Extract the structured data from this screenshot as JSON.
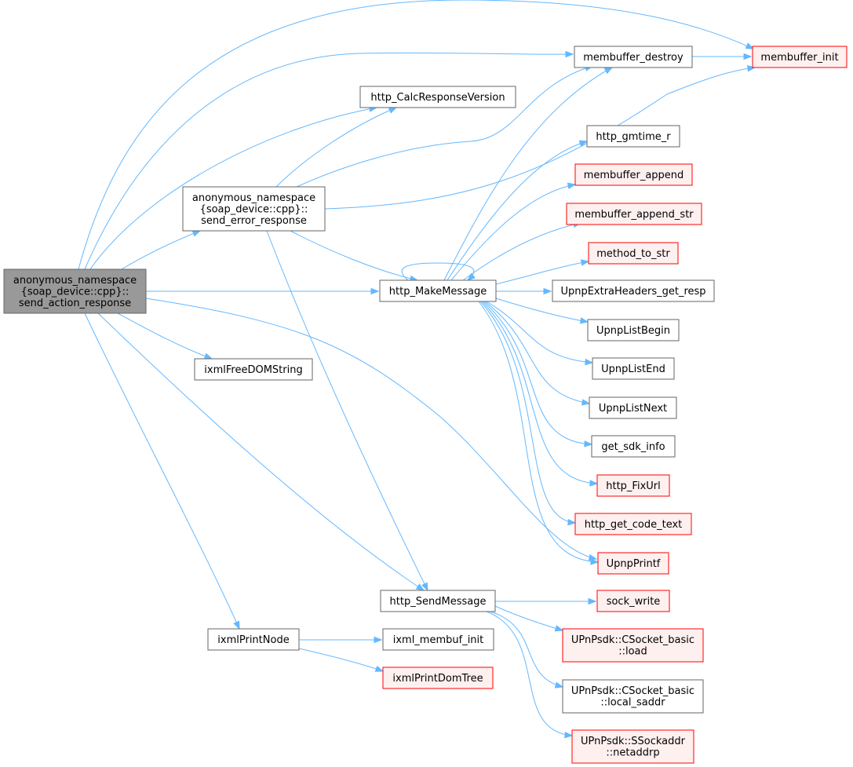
{
  "colors": {
    "edge": "#63b8ff",
    "root_fill": "#999999",
    "root_border": "#666666",
    "normal_fill": "#ffffff",
    "normal_border": "#666666",
    "red_fill": "#fff0f0",
    "red_border": "#ff0000"
  },
  "nodes": [
    {
      "id": "send_action_response",
      "style": "root",
      "lines": [
        "anonymous_namespace",
        "{soap_device::cpp}::",
        "send_action_response"
      ]
    },
    {
      "id": "send_error_response",
      "style": "normal",
      "lines": [
        "anonymous_namespace",
        "{soap_device::cpp}::",
        "send_error_response"
      ]
    },
    {
      "id": "http_CalcResponseVersion",
      "style": "normal",
      "lines": [
        "http_CalcResponseVersion"
      ]
    },
    {
      "id": "membuffer_destroy",
      "style": "normal",
      "lines": [
        "membuffer_destroy"
      ]
    },
    {
      "id": "membuffer_init",
      "style": "red",
      "lines": [
        "membuffer_init"
      ]
    },
    {
      "id": "http_MakeMessage",
      "style": "normal",
      "lines": [
        "http_MakeMessage"
      ]
    },
    {
      "id": "http_gmtime_r",
      "style": "normal",
      "lines": [
        "http_gmtime_r"
      ]
    },
    {
      "id": "membuffer_append",
      "style": "red",
      "lines": [
        "membuffer_append"
      ]
    },
    {
      "id": "membuffer_append_str",
      "style": "red",
      "lines": [
        "membuffer_append_str"
      ]
    },
    {
      "id": "method_to_str",
      "style": "red",
      "lines": [
        "method_to_str"
      ]
    },
    {
      "id": "UpnpExtraHeaders_get_resp",
      "style": "normal",
      "lines": [
        "UpnpExtraHeaders_get_resp"
      ]
    },
    {
      "id": "UpnpListBegin",
      "style": "normal",
      "lines": [
        "UpnpListBegin"
      ]
    },
    {
      "id": "UpnpListEnd",
      "style": "normal",
      "lines": [
        "UpnpListEnd"
      ]
    },
    {
      "id": "UpnpListNext",
      "style": "normal",
      "lines": [
        "UpnpListNext"
      ]
    },
    {
      "id": "get_sdk_info",
      "style": "normal",
      "lines": [
        "get_sdk_info"
      ]
    },
    {
      "id": "http_FixUrl",
      "style": "red",
      "lines": [
        "http_FixUrl"
      ]
    },
    {
      "id": "http_get_code_text",
      "style": "red",
      "lines": [
        "http_get_code_text"
      ]
    },
    {
      "id": "UpnpPrintf",
      "style": "red",
      "lines": [
        "UpnpPrintf"
      ]
    },
    {
      "id": "ixmlFreeDOMString",
      "style": "normal",
      "lines": [
        "ixmlFreeDOMString"
      ]
    },
    {
      "id": "http_SendMessage",
      "style": "normal",
      "lines": [
        "http_SendMessage"
      ]
    },
    {
      "id": "sock_write",
      "style": "red",
      "lines": [
        "sock_write"
      ]
    },
    {
      "id": "CSocket_basic_load",
      "style": "red",
      "lines": [
        "UPnPsdk::CSocket_basic",
        "::load"
      ]
    },
    {
      "id": "CSocket_basic_local_saddr",
      "style": "normal",
      "lines": [
        "UPnPsdk::CSocket_basic",
        "::local_saddr"
      ]
    },
    {
      "id": "SSockaddr_netaddrp",
      "style": "red",
      "lines": [
        "UPnPsdk::SSockaddr",
        "::netaddrp"
      ]
    },
    {
      "id": "ixmlPrintNode",
      "style": "normal",
      "lines": [
        "ixmlPrintNode"
      ]
    },
    {
      "id": "ixml_membuf_init",
      "style": "normal",
      "lines": [
        "ixml_membuf_init"
      ]
    },
    {
      "id": "ixmlPrintDomTree",
      "style": "red",
      "lines": [
        "ixmlPrintDomTree"
      ]
    }
  ],
  "edges": [
    {
      "from": "send_action_response",
      "to": "membuffer_init"
    },
    {
      "from": "send_action_response",
      "to": "membuffer_destroy"
    },
    {
      "from": "send_action_response",
      "to": "http_CalcResponseVersion"
    },
    {
      "from": "send_action_response",
      "to": "send_error_response"
    },
    {
      "from": "send_action_response",
      "to": "http_MakeMessage"
    },
    {
      "from": "send_action_response",
      "to": "ixmlFreeDOMString"
    },
    {
      "from": "send_action_response",
      "to": "UpnpPrintf"
    },
    {
      "from": "send_action_response",
      "to": "http_SendMessage"
    },
    {
      "from": "send_action_response",
      "to": "ixmlPrintNode"
    },
    {
      "from": "send_error_response",
      "to": "http_CalcResponseVersion"
    },
    {
      "from": "send_error_response",
      "to": "membuffer_destroy"
    },
    {
      "from": "send_error_response",
      "to": "membuffer_init"
    },
    {
      "from": "send_error_response",
      "to": "http_MakeMessage"
    },
    {
      "from": "send_error_response",
      "to": "http_SendMessage"
    },
    {
      "from": "membuffer_destroy",
      "to": "membuffer_init"
    },
    {
      "from": "http_MakeMessage",
      "to": "http_MakeMessage"
    },
    {
      "from": "http_MakeMessage",
      "to": "membuffer_destroy"
    },
    {
      "from": "http_MakeMessage",
      "to": "http_gmtime_r"
    },
    {
      "from": "http_MakeMessage",
      "to": "membuffer_append"
    },
    {
      "from": "http_MakeMessage",
      "to": "membuffer_append_str"
    },
    {
      "from": "http_MakeMessage",
      "to": "method_to_str"
    },
    {
      "from": "http_MakeMessage",
      "to": "UpnpExtraHeaders_get_resp"
    },
    {
      "from": "http_MakeMessage",
      "to": "UpnpListBegin"
    },
    {
      "from": "http_MakeMessage",
      "to": "UpnpListEnd"
    },
    {
      "from": "http_MakeMessage",
      "to": "UpnpListNext"
    },
    {
      "from": "http_MakeMessage",
      "to": "get_sdk_info"
    },
    {
      "from": "http_MakeMessage",
      "to": "http_FixUrl"
    },
    {
      "from": "http_MakeMessage",
      "to": "http_get_code_text"
    },
    {
      "from": "http_MakeMessage",
      "to": "UpnpPrintf"
    },
    {
      "from": "http_SendMessage",
      "to": "sock_write"
    },
    {
      "from": "http_SendMessage",
      "to": "CSocket_basic_load"
    },
    {
      "from": "http_SendMessage",
      "to": "CSocket_basic_local_saddr"
    },
    {
      "from": "http_SendMessage",
      "to": "SSockaddr_netaddrp"
    },
    {
      "from": "ixmlPrintNode",
      "to": "ixml_membuf_init"
    },
    {
      "from": "ixmlPrintNode",
      "to": "ixmlPrintDomTree"
    }
  ]
}
